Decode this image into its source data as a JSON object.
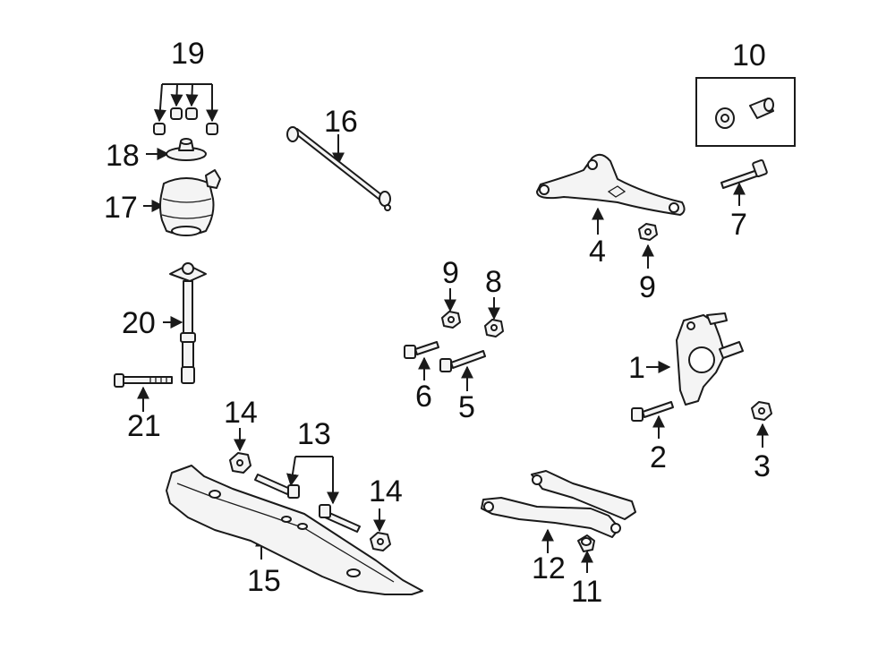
{
  "diagram": {
    "title": "Rear Suspension Components",
    "callouts": {
      "c1": "1",
      "c2": "2",
      "c3": "3",
      "c4": "4",
      "c5": "5",
      "c6": "6",
      "c7": "7",
      "c8": "8",
      "c9a": "9",
      "c9b": "9",
      "c10": "10",
      "c11": "11",
      "c12": "12",
      "c13": "13",
      "c14a": "14",
      "c14b": "14",
      "c15": "15",
      "c16": "16",
      "c17": "17",
      "c18": "18",
      "c19": "19",
      "c20": "20",
      "c21": "21"
    },
    "colors": {
      "line": "#1a1a1a",
      "part_fill": "#f4f4f4",
      "background": "#ffffff"
    }
  }
}
